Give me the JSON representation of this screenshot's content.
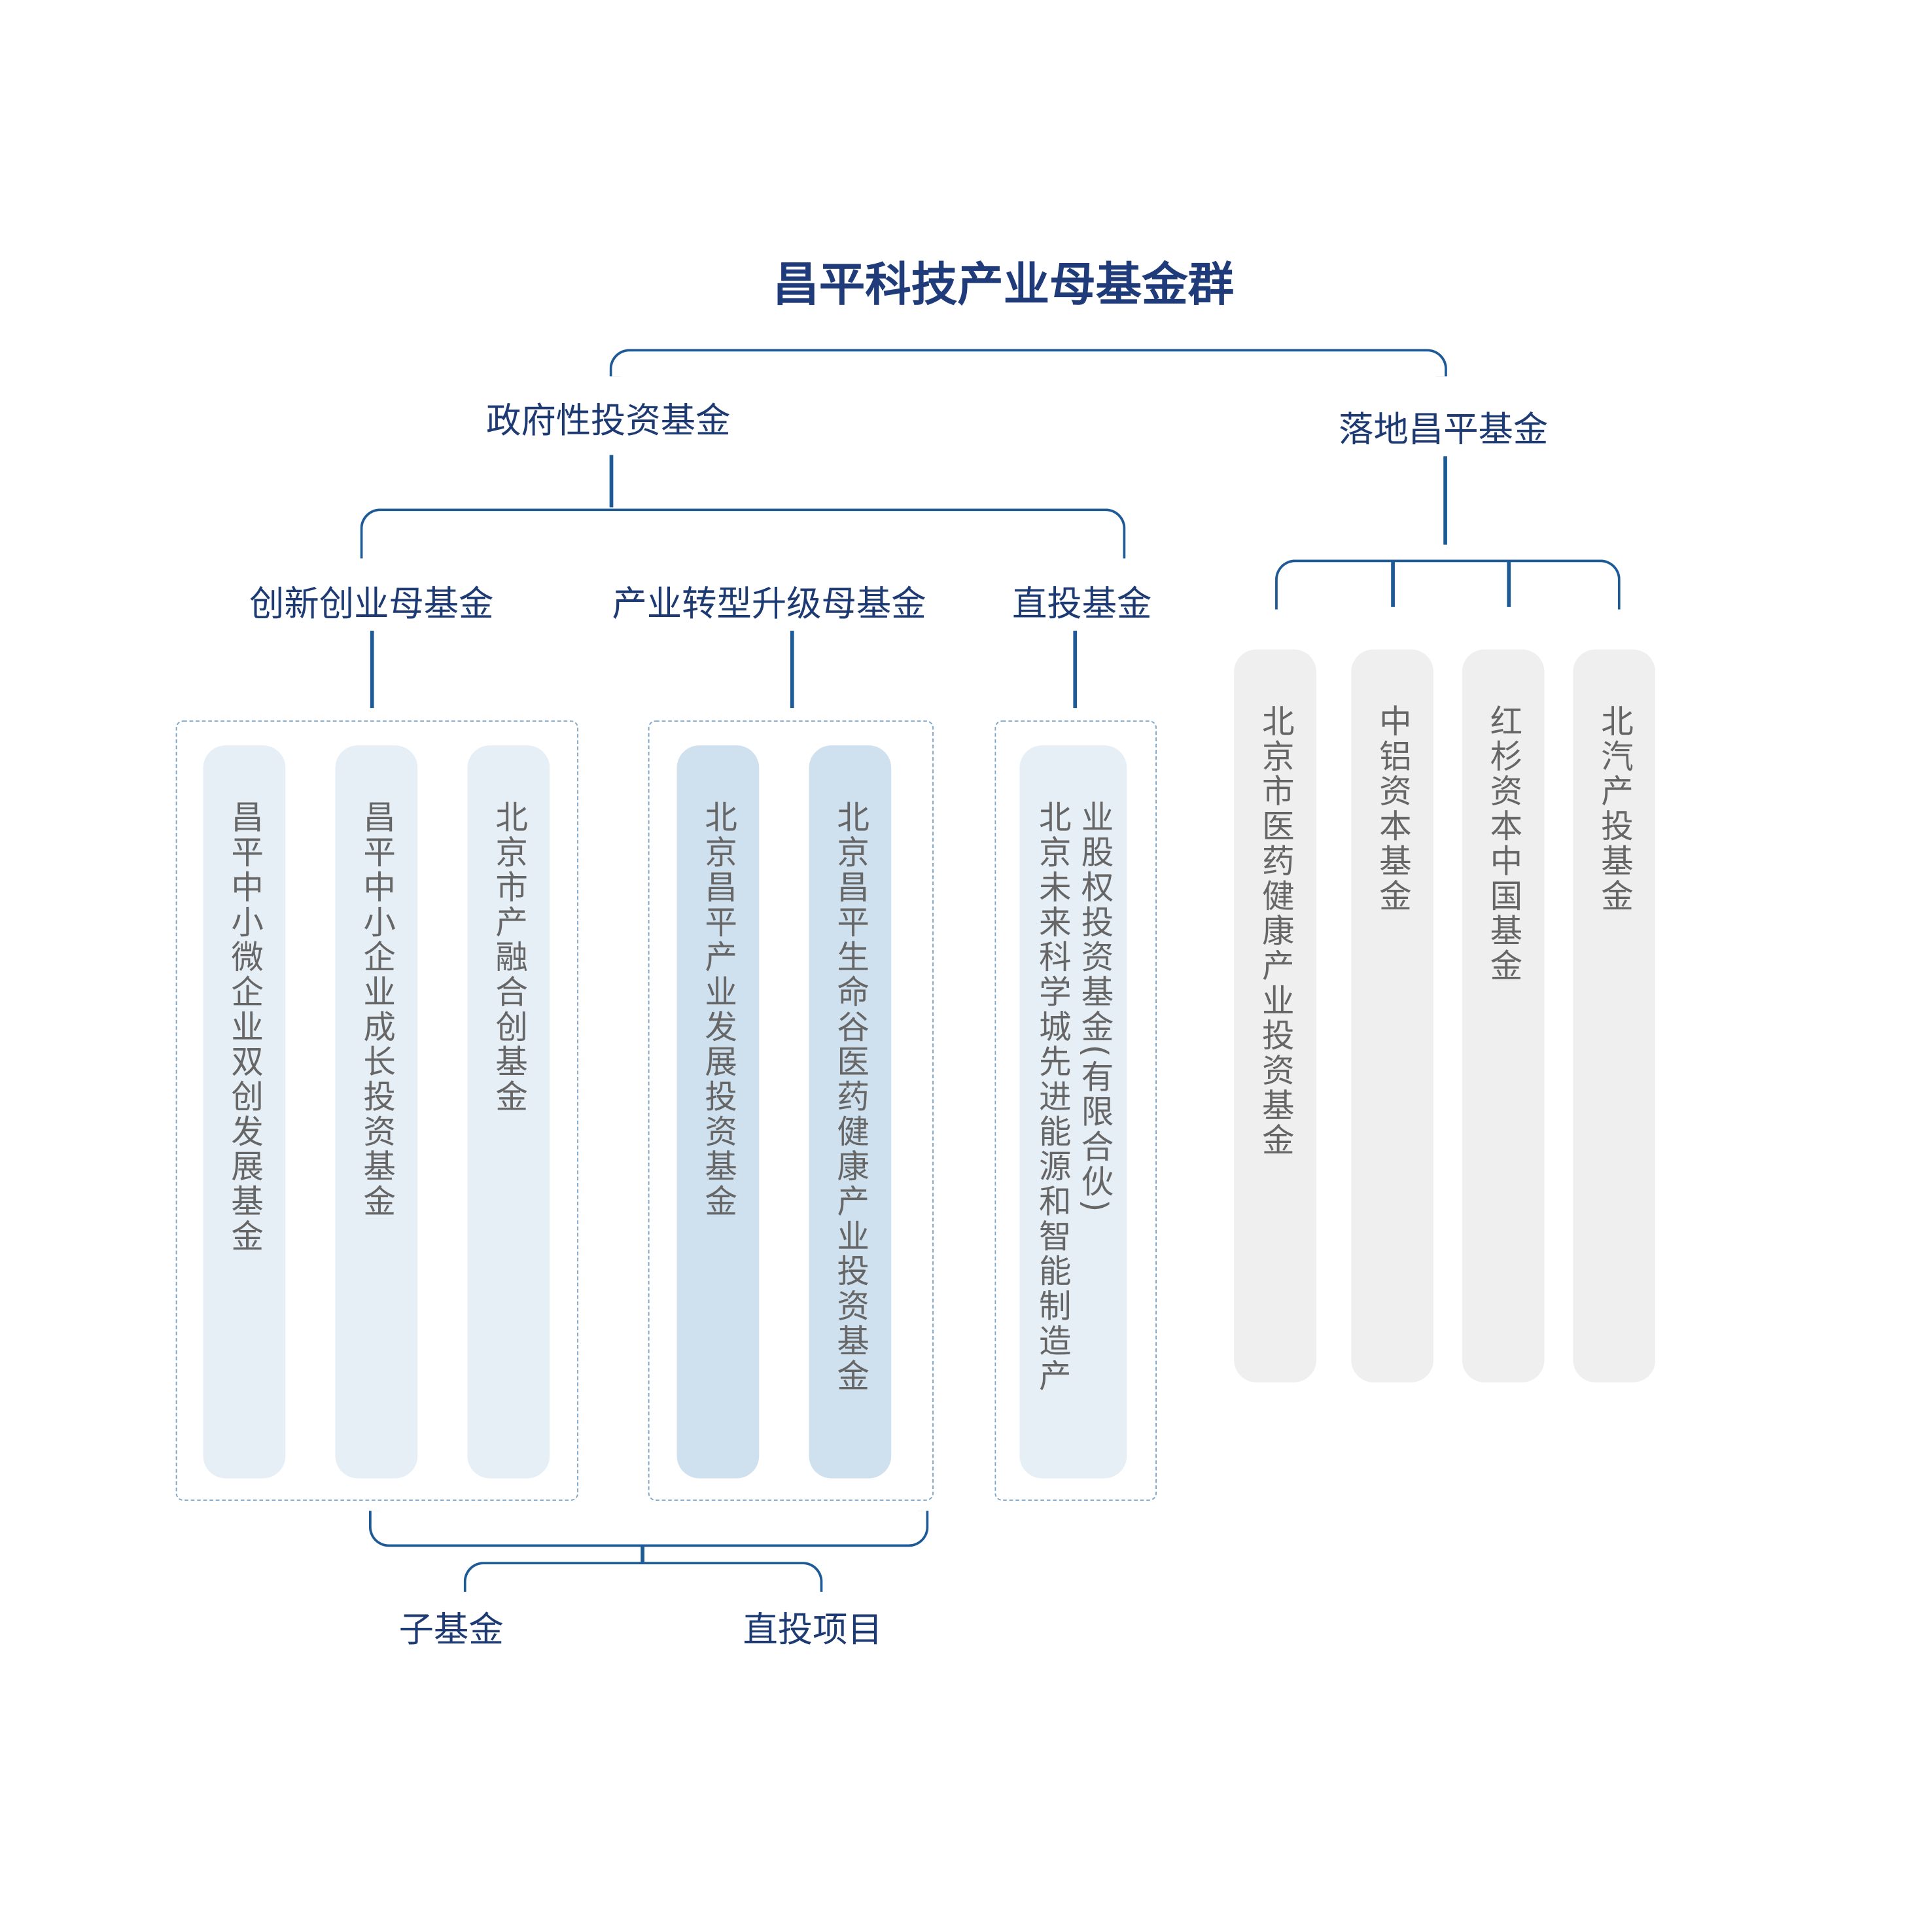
{
  "title": "昌平科技产业母基金群",
  "branches": {
    "gov": "政府性投资基金",
    "local": "落地昌平基金"
  },
  "gov_groups": [
    "创新创业母基金",
    "产业转型升级母基金",
    "直投基金"
  ],
  "innovation_funds": [
    "昌平中小微企业双创发展基金",
    "昌平中小企业成长投资基金",
    "北京市产融合创基金"
  ],
  "transformation_funds": [
    "北京昌平产业发展投资基金",
    "北京昌平生命谷医药健康产业投资基金"
  ],
  "direct_funds": [
    "北京未来科学城先进能源和智能制造产业股权投资基金(有限合伙)"
  ],
  "local_funds": [
    "北京市医药健康产业投资基金",
    "中铝资本基金",
    "红杉资本中国基金",
    "北汽产投基金"
  ],
  "outputs": [
    "子基金",
    "直投项目"
  ],
  "colors": {
    "navy": "#1f3b7a",
    "line": "#1e5a96",
    "pill_light": "#e6eef6",
    "pill_mid": "#cfe0ee",
    "pill_gray": "#efefef"
  }
}
